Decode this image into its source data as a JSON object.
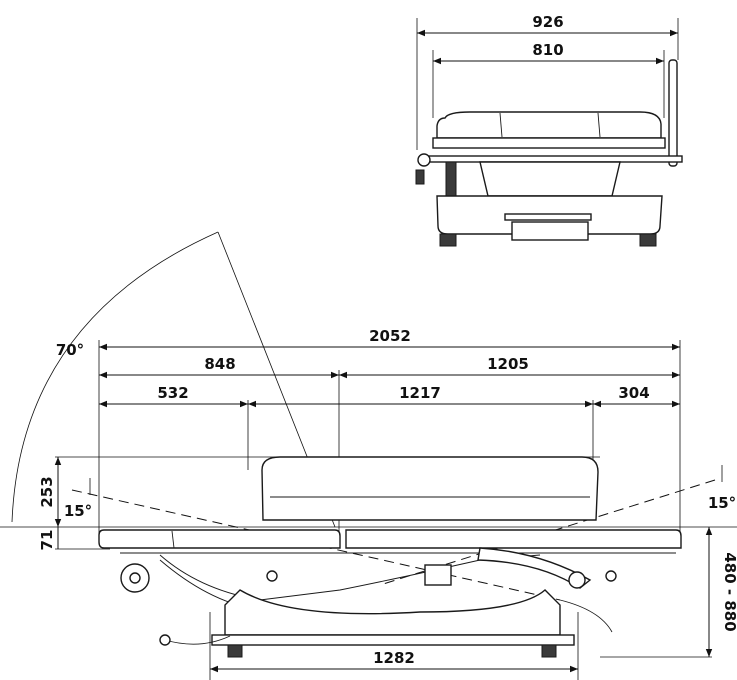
{
  "dimensions": {
    "top_view": {
      "overall_width": "926",
      "top_width": "810"
    },
    "side_view": {
      "overall_length": "2052",
      "head_section": "848",
      "body_section": "1205",
      "head_rest": "532",
      "center_section": "1217",
      "foot_end": "304",
      "base_length": "1282",
      "backrest_height": "253",
      "top_thickness": "71",
      "height_range": "480 - 880"
    },
    "angles": {
      "backrest_tilt": "70°",
      "head_tilt": "15°",
      "foot_tilt": "15°"
    }
  }
}
